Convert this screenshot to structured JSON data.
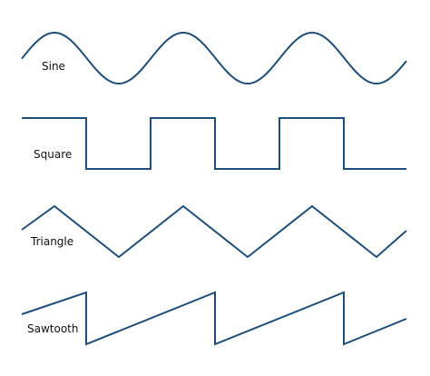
{
  "line_color": "#1f4e79",
  "waveforms": [
    {
      "id": "sine",
      "label": "Sine",
      "shape": "sine",
      "cycles": 3
    },
    {
      "id": "square",
      "label": "Square",
      "shape": "square",
      "cycles": 3
    },
    {
      "id": "triangle",
      "label": "Triangle",
      "shape": "triangle",
      "cycles": 3
    },
    {
      "id": "sawtooth",
      "label": "Sawtooth",
      "shape": "sawtooth",
      "cycles": 3
    }
  ]
}
